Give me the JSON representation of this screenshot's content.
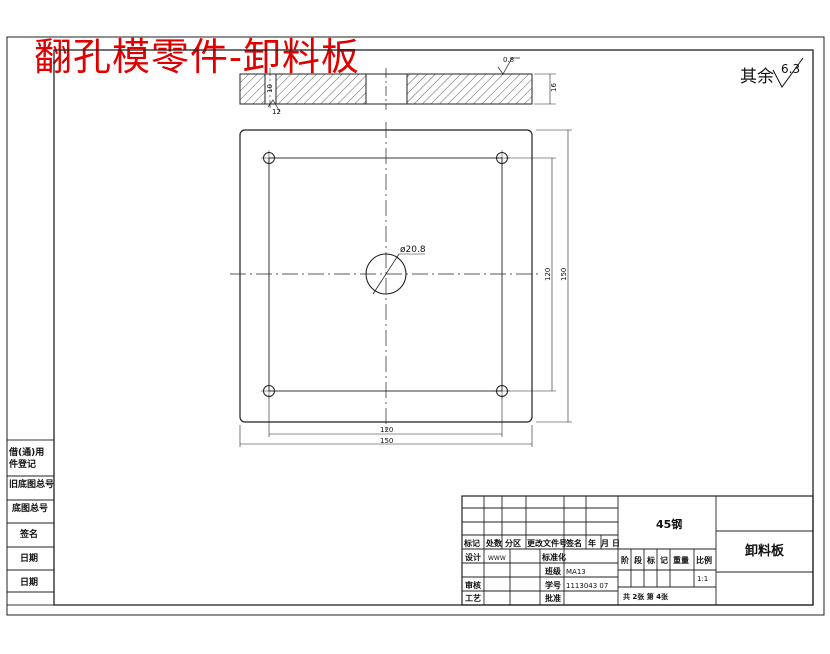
{
  "banner_title": "翻孔模零件-卸料板",
  "roughness": {
    "prefix": "其余",
    "value": "6.3"
  },
  "dimensions": {
    "hole_diameter": "ø20.8",
    "inner_width": "120",
    "outer_width": "150",
    "inner_height": "120",
    "outer_height": "150",
    "thickness": "16",
    "roughness_top": "0.8",
    "roughness_left": "12",
    "step": "10"
  },
  "left_column": [
    "借(通)用",
    "件登记",
    "旧底图总号",
    "底图总号",
    "签名",
    "日期",
    "日期"
  ],
  "title_block": {
    "material": "45钢",
    "part_name": "卸料板",
    "headers": [
      "标记",
      "处数",
      "分区",
      "更改文件号",
      "签名",
      "年",
      "月",
      "日"
    ],
    "design_label": "设计",
    "designer": "WWW",
    "standardize": "标准化",
    "approve_label": "审核",
    "process_label": "工艺",
    "class_label": "班级",
    "class_value": "MA13",
    "id_label": "学号",
    "id_value": "1113043 07",
    "check_label": "批准",
    "stage_labels": [
      "阶",
      "段",
      "标",
      "记",
      "重量",
      "比例"
    ],
    "scale": "1:1",
    "sheet_info": "共  2张  第 4张"
  }
}
